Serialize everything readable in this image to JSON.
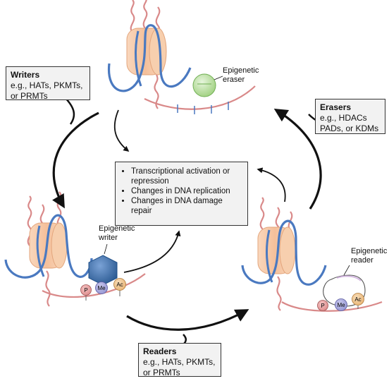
{
  "writers": {
    "title": "Writers",
    "lines": [
      "e.g., HATs, PKMTs,",
      "or PRMTs"
    ]
  },
  "erasers": {
    "title": "Erasers",
    "lines": [
      "e.g., HDACs",
      "PADs, or KDMs"
    ]
  },
  "readers": {
    "title": "Readers",
    "lines": [
      "e.g., HATs, PKMTs,",
      "or PRMTs"
    ]
  },
  "outcomes": {
    "items": [
      "Transcriptional activation or repression",
      "Changes in DNA replication",
      "Changes in DNA damage repair"
    ]
  },
  "labels": {
    "eraser": [
      "Epigenetic",
      "eraser"
    ],
    "writer": [
      "Epigenetic",
      "writer"
    ],
    "reader": [
      "Epigenetic",
      "reader"
    ]
  },
  "marks": {
    "p": "P",
    "me": "Me",
    "ac": "Ac"
  },
  "colors": {
    "histone_fill": "#f5c7a4",
    "histone_stroke": "#e3a57c",
    "dna": "#4a79c0",
    "tail": "#d98989",
    "eraser_fill": "#b9dfa4",
    "writer_fill": "#3e6fa8",
    "reader_outline": "#c9a6d9"
  }
}
